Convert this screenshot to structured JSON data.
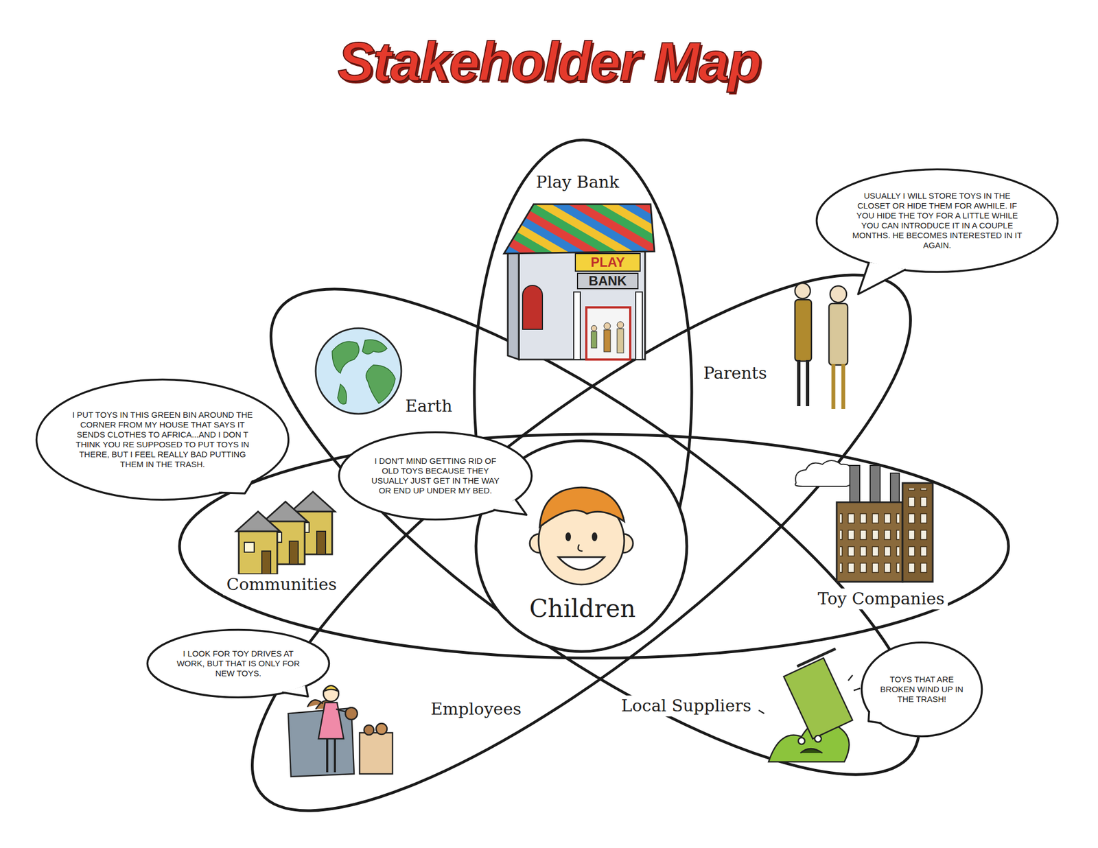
{
  "diagram": {
    "title": "Stakeholder Map",
    "nodes": [
      {
        "text": [
          "Play Bank"
        ]
      },
      {
        "text": [
          "Earth",
          "Local Suppliers"
        ]
      },
      {
        "text": [
          "Parents",
          "Employees"
        ]
      },
      {
        "text": [
          "Communities",
          "Toy Companies"
        ]
      },
      {
        "text": [
          "Children"
        ]
      },
      {
        "text": [
          "USUALLY I WILL STORE TOYS IN THE CLOSET OR HIDE THEM FOR AWHILE. IF YOU HIDE THE TOY FOR A LITTLE WHILE YOU CAN INTRODUCE IT IN A COUPLE MONTHS. HE BECOMES INTERESTED IN IT AGAIN."
        ]
      },
      {
        "text": [
          "I PUT TOYS IN THIS GREEN BIN AROUND THE CORNER FROM MY HOUSE THAT SAYS IT SENDS CLOTHES TO AFRICA...AND I DON T THINK YOU RE SUPPOSED TO PUT TOYS IN THERE, BUT I FEEL REALLY BAD PUTTING THEM IN THE TRASH."
        ]
      },
      {
        "text": [
          "I DON'T MIND GETTING RID OF OLD TOYS BECAUSE THEY USUALLY JUST GET IN THE WAY OR END UP UNDER MY BED."
        ]
      },
      {
        "text": [
          "I LOOK FOR TOY DRIVES AT WORK, BUT THAT IS ONLY FOR NEW TOYS."
        ]
      },
      {
        "text": [
          "TOYS THAT ARE BROKEN WIND UP IN THE TRASH!"
        ]
      }
    ],
    "labels": [
      "PLAY",
      "BANK"
    ]
  }
}
